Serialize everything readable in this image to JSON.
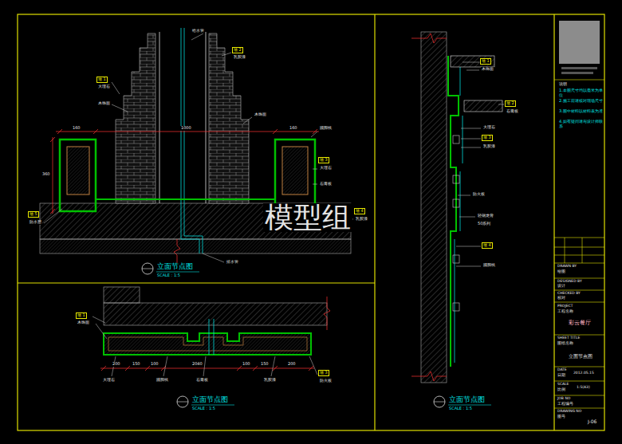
{
  "diagram": {
    "labels": [
      "立面节点图",
      "SCALE : 1:5",
      "立面节点图",
      "SCALE : 1:5",
      "立面节点图",
      "SCALE : 1:5",
      "1000",
      "160",
      "160",
      "360",
      "给水管",
      "墙 1",
      "大理石",
      "木饰面",
      "墙 2",
      "乳胶漆",
      "木饰面",
      "踢脚线",
      "墙 3",
      "大理石",
      "石膏板",
      "墙 4",
      "乳胶漆",
      "墙 5",
      "防水层",
      "排水管",
      "墙 1",
      "木饰面",
      "200",
      "150",
      "100",
      "2040",
      "100",
      "150",
      "200",
      "大理石",
      "踢脚线",
      "石膏板",
      "乳胶漆",
      "墙 3",
      "防火板",
      "墙 1",
      "木饰面",
      "墙 2",
      "石膏板",
      "大理石",
      "墙 3",
      "乳胶漆",
      "防火板",
      "轻钢龙骨",
      "50系列",
      "墙 4",
      "踢脚线",
      "说明",
      "1.本图尺寸均以毫米为单位",
      "2.施工前请核对现场尺寸",
      "3.图中材料以材料表为准",
      "4.如有疑问请与设计师联系",
      "DRAWN BY",
      "绘图",
      "DESIGNED BY",
      "设计",
      "CHECKED BY",
      "校对",
      "PROJECT",
      "工程名称",
      "彩云餐厅",
      "SHEET TITLE",
      "图纸名称",
      "立面节点图",
      "DATE",
      "日期",
      "2012.05.15",
      "SCALE",
      "比例",
      "1:5(A3)",
      "JOB NO",
      "工程编号",
      "DRAWING NO",
      "图号",
      "J-06",
      "模型组"
    ]
  }
}
